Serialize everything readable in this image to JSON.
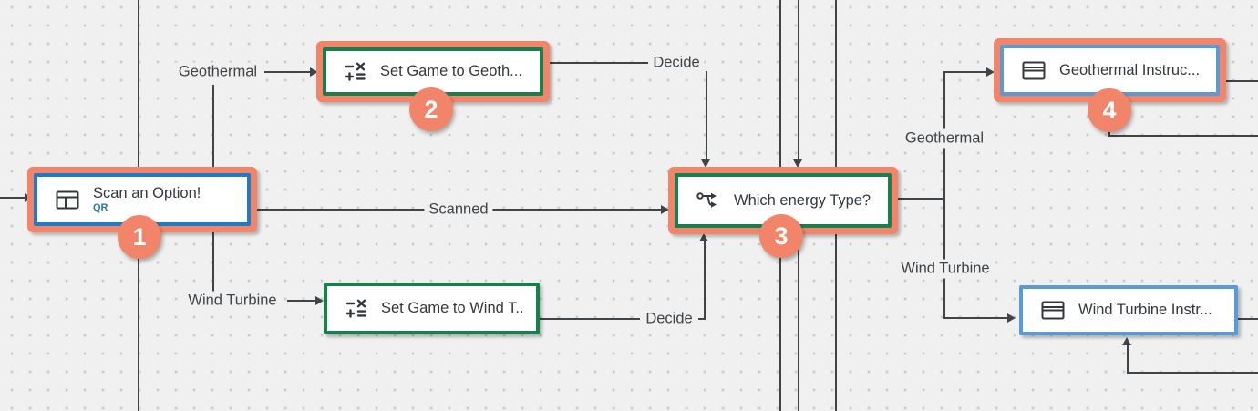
{
  "app": {
    "view": "flowchart-canvas"
  },
  "colors": {
    "canvas_bg": "#f0f0f1",
    "dot": "#c9cacc",
    "line": "#3f4448",
    "label_text": "#3e4347",
    "selection": "#f2846a",
    "badge": "#f2846a",
    "blue_primary": "#1f7bc5",
    "blue_light": "#5b9bd5",
    "green": "#17814e",
    "qr_text": "#2878a8"
  },
  "nodes": [
    {
      "title": "Scan an Option!",
      "subtitle": "QR",
      "icon": "form-card-icon",
      "border": "blue_primary",
      "highlighted": true
    },
    {
      "title": "Set Game to Geoth...",
      "icon": "math-operations-icon",
      "border": "green",
      "highlighted": true
    },
    {
      "title": "Which energy Type?",
      "icon": "branch-icon",
      "border": "green",
      "highlighted": true
    },
    {
      "title": "Geothermal Instruc...",
      "icon": "card-icon",
      "border": "blue_light",
      "highlighted": true
    },
    {
      "title": "Set Game to Wind T..",
      "icon": "math-operations-icon",
      "border": "green",
      "highlighted": false
    },
    {
      "title": "Wind Turbine Instr...",
      "icon": "card-icon",
      "border": "blue_light",
      "highlighted": false
    }
  ],
  "badges": [
    "1",
    "2",
    "3",
    "4"
  ],
  "edge_labels": {
    "geothermal_left": "Geothermal",
    "wind_turbine_left": "Wind Turbine",
    "scanned": "Scanned",
    "decide_top": "Decide",
    "decide_bottom": "Decide",
    "geothermal_right": "Geothermal",
    "wind_turbine_right": "Wind Turbine"
  }
}
